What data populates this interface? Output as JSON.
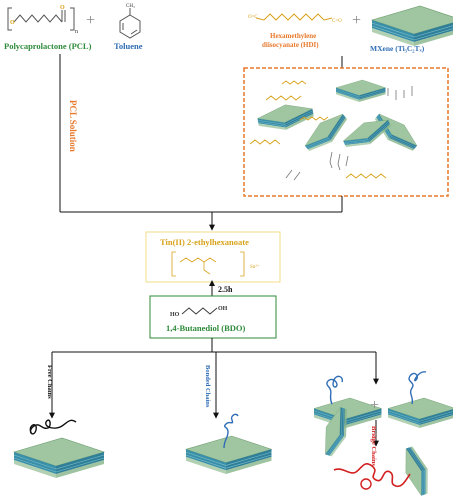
{
  "colors": {
    "green": "#2e8b3a",
    "blue": "#2f6db5",
    "orange": "#e8782a",
    "gold": "#d9a21b",
    "red": "#d32020",
    "black": "#111111",
    "mxene_top": "#9fc6a0",
    "mxene_side": "#3a8fa8"
  },
  "reagents": {
    "pcl_label": "Polycaprolactone (PCL)",
    "pcl_subscript": "n",
    "toluene_label": "Toluene",
    "toluene_methyl": "CH₃",
    "hdi_label_line1": "Hexamethylene",
    "hdi_label_line2": "diisocyanate (HDI)",
    "mxene_label": "MXene (Ti₃C₂Tₓ)",
    "plus": "+"
  },
  "steps": {
    "pcl_solution": "PCL Solution",
    "catalyst_label": "Tin(II) 2-ethylhexanoate",
    "time": "2.5h",
    "bdo_label": "1,4-Butanediol (BDO)",
    "bdo_ho": "HO",
    "bdo_oh": "OH"
  },
  "chains": {
    "free": "Free Chains",
    "bonded": "Bonded Chains",
    "bridge": "Bridge Chains"
  }
}
